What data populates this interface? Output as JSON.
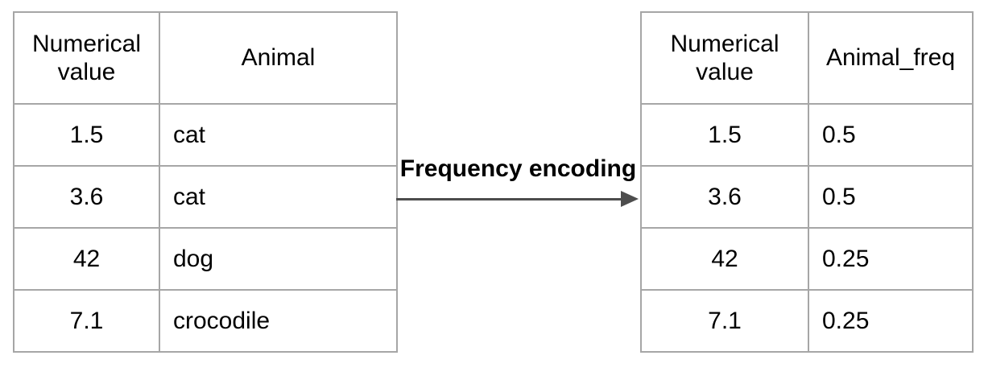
{
  "diagram": {
    "arrow_label": "Frequency encoding",
    "arrow_color": "#4d4d4d",
    "table_border_color": "#a6a6a6",
    "text_color": "#000000",
    "background_color": "#ffffff"
  },
  "left_table": {
    "headers": [
      "Numerical value",
      "Animal"
    ],
    "rows": [
      [
        "1.5",
        "cat"
      ],
      [
        "3.6",
        "cat"
      ],
      [
        "42",
        "dog"
      ],
      [
        "7.1",
        "crocodile"
      ]
    ]
  },
  "right_table": {
    "headers": [
      "Numerical value",
      "Animal_freq"
    ],
    "rows": [
      [
        "1.5",
        "0.5"
      ],
      [
        "3.6",
        "0.5"
      ],
      [
        "42",
        "0.25"
      ],
      [
        "7.1",
        "0.25"
      ]
    ]
  }
}
